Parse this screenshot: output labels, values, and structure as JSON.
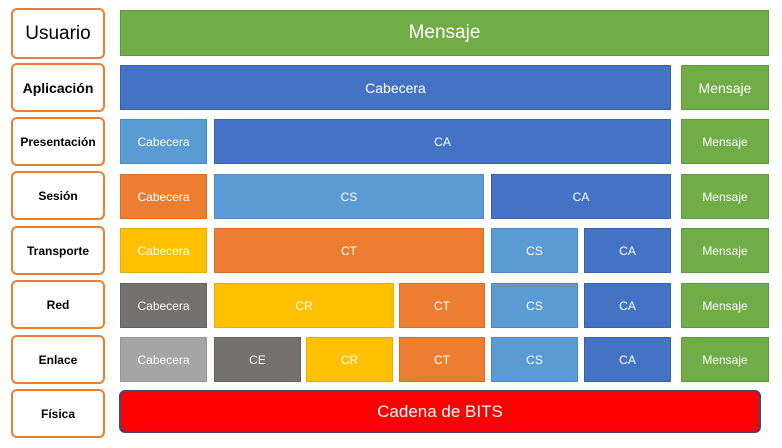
{
  "layers": [
    {
      "label": "Usuario"
    },
    {
      "label": "Aplicación"
    },
    {
      "label": "Presentación"
    },
    {
      "label": "Sesión"
    },
    {
      "label": "Transporte"
    },
    {
      "label": "Red"
    },
    {
      "label": "Enlace"
    },
    {
      "label": "Física"
    }
  ],
  "usuario": {
    "mensaje": "Mensaje"
  },
  "aplicacion": {
    "cabecera": "Cabecera",
    "mensaje": "Mensaje"
  },
  "presentacion": {
    "cabecera": "Cabecera",
    "ca": "CA",
    "mensaje": "Mensaje"
  },
  "sesion": {
    "cabecera": "Cabecera",
    "cs": "CS",
    "ca": "CA",
    "mensaje": "Mensaje"
  },
  "transporte": {
    "cabecera": "Cabecera",
    "ct": "CT",
    "cs": "CS",
    "ca": "CA",
    "mensaje": "Mensaje"
  },
  "red": {
    "cabecera": "Cabecera",
    "cr": "CR",
    "ct": "CT",
    "cs": "CS",
    "ca": "CA",
    "mensaje": "Mensaje"
  },
  "enlace": {
    "cabecera": "Cabecera",
    "ce": "CE",
    "cr": "CR",
    "ct": "CT",
    "cs": "CS",
    "ca": "CA",
    "mensaje": "Mensaje"
  },
  "fisica": {
    "bits": "Cadena de BITS"
  },
  "colors": {
    "mensaje": "#70AD47",
    "aplicacion": "#4472C4",
    "presentacion": "#5B9BD5",
    "sesion": "#ED7D31",
    "transporte": "#FFC000",
    "red": "#767171",
    "enlace": "#A5A5A5",
    "fisica": "#FF0000",
    "label_border": "#ED7D31"
  }
}
